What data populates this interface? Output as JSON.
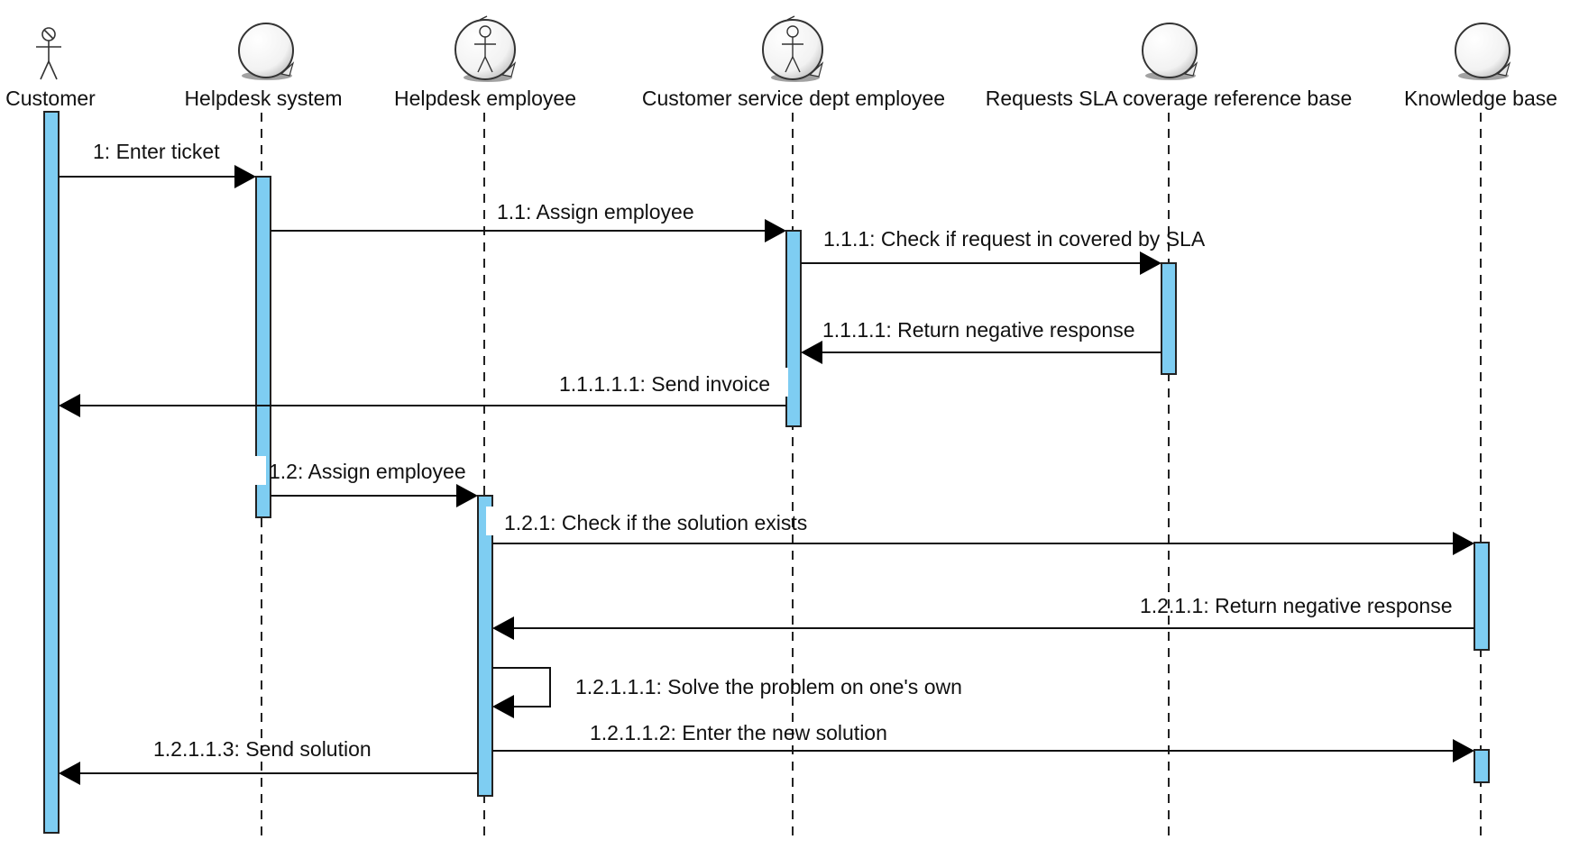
{
  "participants": [
    {
      "id": "customer",
      "label": "Customer",
      "kind": "actor",
      "icon": "stick-figure-icon"
    },
    {
      "id": "helpdesk_system",
      "label": "Helpdesk system",
      "kind": "entity",
      "icon": "sphere-icon"
    },
    {
      "id": "helpdesk_employee",
      "label": "Helpdesk employee",
      "kind": "worker",
      "icon": "worker-sphere-icon"
    },
    {
      "id": "cs_employee",
      "label": "Customer service dept employee",
      "kind": "worker",
      "icon": "worker-sphere-icon"
    },
    {
      "id": "sla_base",
      "label": "Requests SLA coverage reference base",
      "kind": "entity",
      "icon": "sphere-icon"
    },
    {
      "id": "knowledge_base",
      "label": "Knowledge base",
      "kind": "entity",
      "icon": "sphere-icon"
    }
  ],
  "messages": [
    {
      "label": "1: Enter ticket",
      "from": "customer",
      "to": "helpdesk_system"
    },
    {
      "label": "1.1: Assign employee",
      "from": "helpdesk_system",
      "to": "cs_employee"
    },
    {
      "label": "1.1.1: Check if request in covered by SLA",
      "from": "cs_employee",
      "to": "sla_base"
    },
    {
      "label": "1.1.1.1: Return negative response",
      "from": "sla_base",
      "to": "cs_employee"
    },
    {
      "label": "1.1.1.1.1: Send invoice",
      "from": "cs_employee",
      "to": "customer"
    },
    {
      "label": "1.2: Assign employee",
      "from": "helpdesk_system",
      "to": "helpdesk_employee"
    },
    {
      "label": "1.2.1: Check if the solution exists",
      "from": "helpdesk_employee",
      "to": "knowledge_base"
    },
    {
      "label": "1.2.1.1: Return negative response",
      "from": "knowledge_base",
      "to": "helpdesk_employee"
    },
    {
      "label": "1.2.1.1.1: Solve the problem on one's own",
      "from": "helpdesk_employee",
      "to": "helpdesk_employee"
    },
    {
      "label": "1.2.1.1.2: Enter the new solution",
      "from": "helpdesk_employee",
      "to": "knowledge_base"
    },
    {
      "label": "1.2.1.1.3: Send solution",
      "from": "helpdesk_employee",
      "to": "customer"
    }
  ],
  "colors": {
    "activation": "#7ecdf2",
    "line": "#111111",
    "background": "#ffffff"
  }
}
